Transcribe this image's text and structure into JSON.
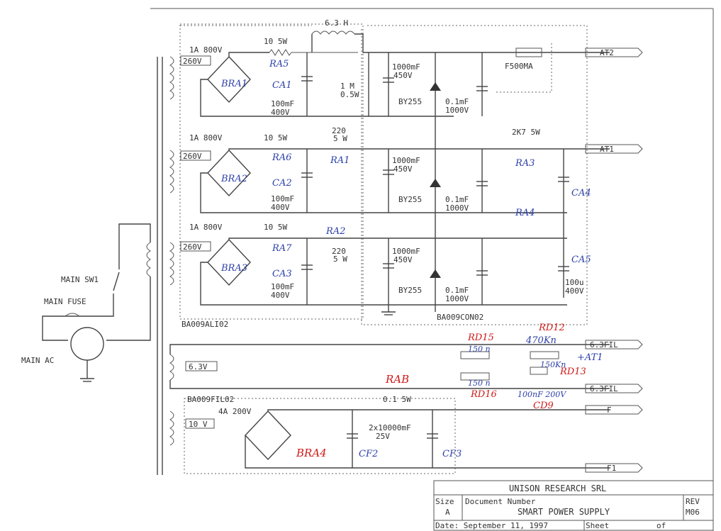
{
  "colors": {
    "ink": "#444444",
    "blue_note": "#2b3fa8",
    "red_note": "#d01919",
    "paper": "#ffffff"
  },
  "labels": {
    "rating_1a": "1A 800V",
    "rating_10_5w": "10 5W",
    "inductor": "6.3 H",
    "sec_260": "260V",
    "sec_63": "6.3V",
    "sec_10": "10 V",
    "cap_100mf_400v": "100mF",
    "v400": "400V",
    "cap_1000mf": "1000mF",
    "v450": "450V",
    "r_1m": "1 M",
    "r_05w": "0.5W",
    "diode_by255": "BY255",
    "cap_01mf": "0.1mF",
    "v1000": "1000V",
    "fuse_f500ma": "F500MA",
    "r_2k7_5w": "2K7 5W",
    "r220": "220",
    "r5w": "5 W",
    "cap_100u": "100u",
    "cap_400v": "400V",
    "bridge_4a": "4A 200V",
    "r_01_5w": "0.1 5W",
    "cap_2x10000": "2x10000mF",
    "v25": "25V",
    "main_sw": "MAIN SW1",
    "main_fuse": "MAIN FUSE",
    "main_ac": "MAIN AC",
    "block_ali": "BA009ALI02",
    "block_con": "BA009CON02",
    "block_fil": "BA009FIL02"
  },
  "outputs": {
    "at2": "AT2",
    "at1": "AT1",
    "fil1": "6.3FIL",
    "fil2": "6.3FIL",
    "f": "F",
    "f1": "F1"
  },
  "hand_notes": {
    "bra1": "BRA1",
    "bra2": "BRA2",
    "bra3": "BRA3",
    "ra5": "RA5",
    "ra6": "RA6",
    "ra7": "RA7",
    "ca1": "CA1",
    "ca2": "CA2",
    "ca3": "CA3",
    "ra1": "RA1",
    "ra2": "RA2",
    "ra3": "RA3",
    "ra4": "RA4",
    "ca4": "CA4",
    "ca5": "CA5",
    "rd15": "RD15",
    "rd12": "RD12",
    "rd13": "RD13",
    "rd16": "RD16",
    "v470k": "470Kn",
    "v150a": "150 n",
    "v150b": "150 n",
    "v150k": "150Kn",
    "at1_tap": "+AT1",
    "cd9_val": "100nF 200V",
    "cd9": "CD9",
    "rab": "RAB",
    "bra4": "BRA4",
    "cf2": "CF2",
    "cf3": "CF3"
  },
  "title_block": {
    "company": "UNISON RESEARCH SRL",
    "size_label": "Size",
    "size_value": "A",
    "doc_label": "Document Number",
    "doc_title": "SMART POWER SUPPLY",
    "rev_label": "REV",
    "rev_value": "M06",
    "date_text": "Date:  September 11, 1997",
    "sheet_label": "Sheet",
    "of_label": "of"
  }
}
